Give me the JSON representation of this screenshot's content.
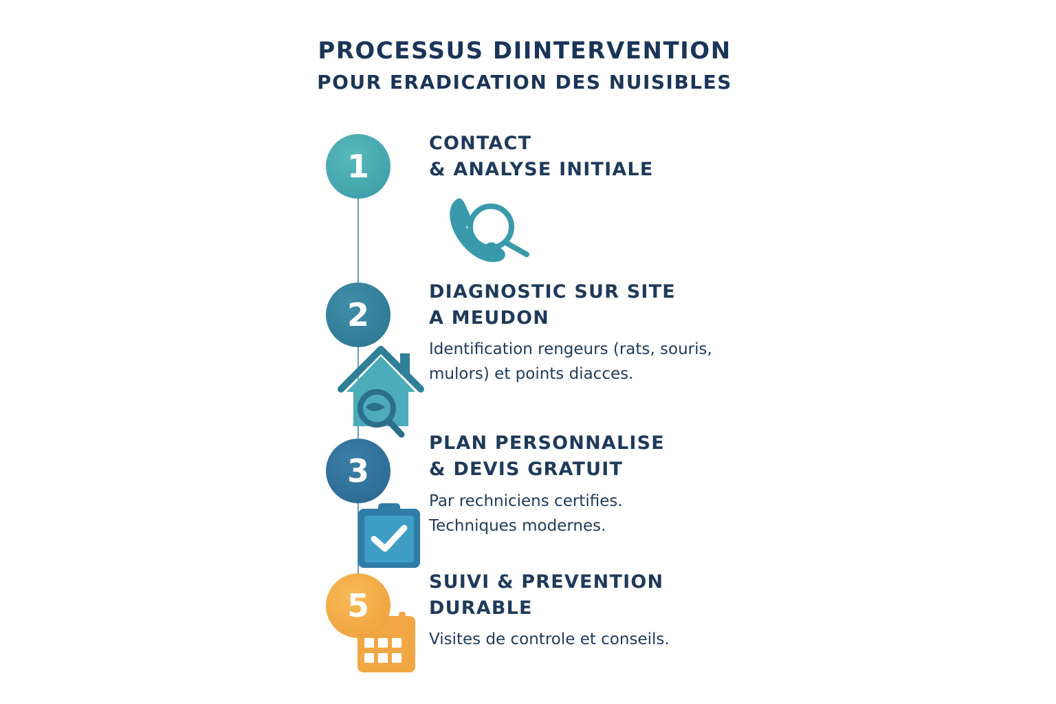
{
  "title": {
    "line1": "PROCESSUS DIINTERVENTION",
    "line2": "POUR ERADICATION DES NUISIBLES"
  },
  "steps": [
    {
      "number": "1",
      "title_line1": "CONTACT",
      "title_line2": "& ANALYSE INITIALE",
      "icon": "phone-search-icon",
      "color": "#4aa9b0"
    },
    {
      "number": "2",
      "title_line1": "DIAGNOSTIC SUR SITE",
      "title_line2": "A MEUDON",
      "desc_line1": "Identification rengeurs (rats, souris,",
      "desc_line2": "mulors) et points diacces.",
      "icon": "house-search-icon",
      "color": "#357f9c"
    },
    {
      "number": "3",
      "title_line1": "PLAN PERSONNALISE",
      "title_line2": "&  DEVIS GRATUIT",
      "desc_line1": "Par rechniciens certifies.",
      "desc_line2": "Techniques modernes.",
      "icon": "clipboard-check-icon",
      "color": "#2f6f9a"
    },
    {
      "number": "5",
      "title_line1": "SUIVI & PREVENTION",
      "title_line2": "DURABLE",
      "desc_line1": "Visites de controle et conseils.",
      "icon": "calendar-icon",
      "color": "#f2a744"
    }
  ]
}
